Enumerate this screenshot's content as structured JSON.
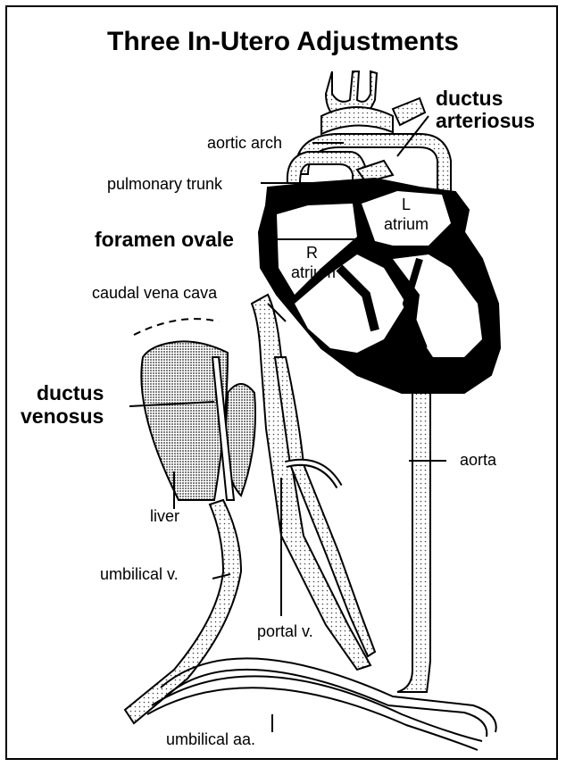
{
  "title": "Three In-Utero Adjustments",
  "labels": {
    "ductus_arteriosus_1": "ductus",
    "ductus_arteriosus_2": "arteriosus",
    "aortic_arch": "aortic arch",
    "pulmonary_trunk": "pulmonary trunk",
    "l_atrium_1": "L",
    "l_atrium_2": "atrium",
    "foramen_ovale": "foramen ovale",
    "r_atrium_1": "R",
    "r_atrium_2": "atrium",
    "caudal_vena_cava": "caudal vena cava",
    "ductus_venosus_1": "ductus",
    "ductus_venosus_2": "venosus",
    "aorta": "aorta",
    "liver": "liver",
    "umbilical_v": "umbilical v.",
    "portal_v": "portal v.",
    "umbilical_aa": "umbilical aa."
  },
  "colors": {
    "ink": "#000000",
    "paper": "#ffffff",
    "stipple": "#555555"
  }
}
